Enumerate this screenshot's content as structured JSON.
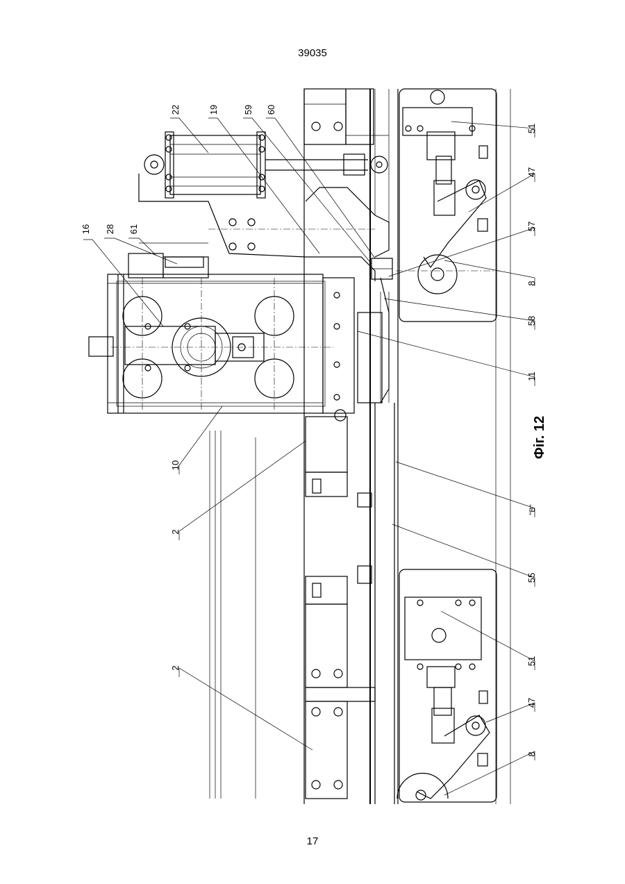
{
  "header": {
    "page_number": "39035"
  },
  "footer": {
    "page_number": "17"
  },
  "figure": {
    "caption": "Фіг. 12",
    "labels": {
      "l16": "16",
      "l28": "28",
      "l61": "61",
      "l22": "22",
      "l19": "19",
      "l59": "59",
      "l60": "60",
      "l10": "10",
      "l2a": "2",
      "l2b": "2",
      "l51a": "51",
      "l47a": "47",
      "l57": "57",
      "l8a": "8",
      "l58": "58",
      "l11": "11",
      "lB": "\"В\"",
      "l55": "55",
      "l51b": "51",
      "l47b": "47",
      "l8b": "8"
    }
  }
}
